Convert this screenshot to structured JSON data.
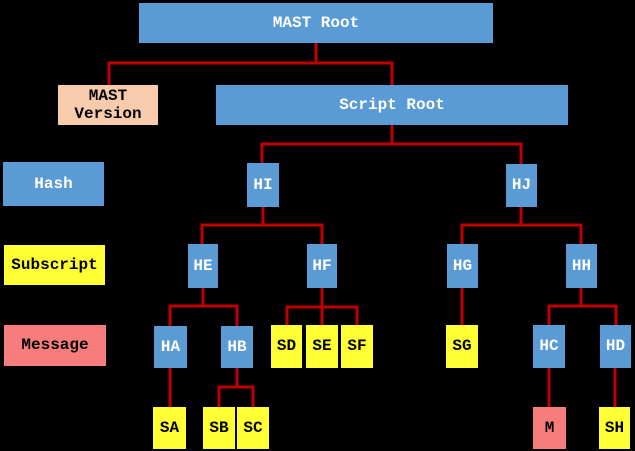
{
  "colors": {
    "background": "#000000",
    "blue": "#5B9BD5",
    "yellow": "#FFFF33",
    "peach": "#F8CBAD",
    "salmon": "#F77C7C",
    "line": "#C00000"
  },
  "legend": {
    "hash": "Hash",
    "subscript": "Subscript",
    "message": "Message"
  },
  "nodes": {
    "mast_root": "MAST Root",
    "mast_version": "MAST Version",
    "script_root": "Script Root",
    "hi": "HI",
    "hj": "HJ",
    "he": "HE",
    "hf": "HF",
    "hg": "HG",
    "hh": "HH",
    "ha": "HA",
    "hb": "HB",
    "sd": "SD",
    "se": "SE",
    "sf": "SF",
    "sg": "SG",
    "hc": "HC",
    "hd": "HD",
    "sa": "SA",
    "sb": "SB",
    "sc": "SC",
    "m": "M",
    "sh": "SH"
  },
  "tree": {
    "MAST Root": [
      "MAST Version",
      "Script Root"
    ],
    "Script Root": [
      "HI",
      "HJ"
    ],
    "HI": [
      "HE",
      "HF"
    ],
    "HJ": [
      "HG",
      "HH"
    ],
    "HE": [
      "HA",
      "HB"
    ],
    "HF": [
      "SD",
      "SE",
      "SF"
    ],
    "HG": [
      "SG"
    ],
    "HH": [
      "HC",
      "HD"
    ],
    "HA": [
      "SA"
    ],
    "HB": [
      "SB",
      "SC"
    ],
    "HC": [
      "M"
    ],
    "HD": [
      "SH"
    ]
  }
}
